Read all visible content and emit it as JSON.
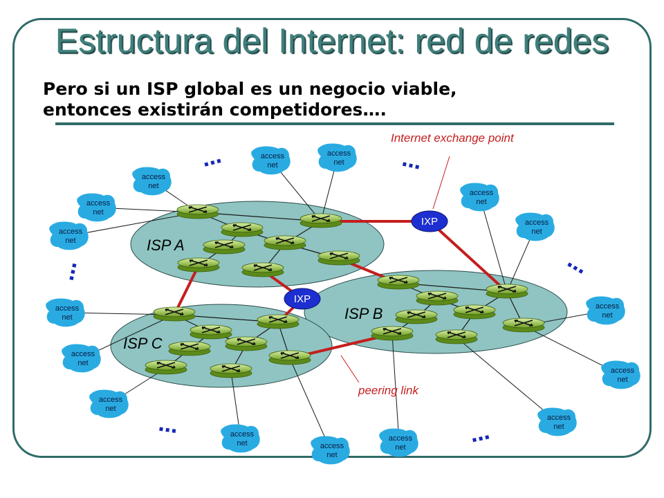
{
  "title": "Estructura del Internet: red de redes",
  "subtitle_line1": "Pero si un ISP global es un negocio viable,",
  "subtitle_line2": "entonces existirán competidores….",
  "labels": {
    "internet_exchange_point": "Internet exchange point",
    "peering_link": "peering link"
  },
  "isps": [
    "ISP A",
    "ISP B",
    "ISP C"
  ],
  "ixp_label": "IXP",
  "access_net": {
    "line1": "access",
    "line2": "net"
  },
  "ellipsis": "…",
  "colors": {
    "frame": "#2f6b68",
    "title": "#3f7f7c",
    "isp_cloud": "#8fc4c2",
    "access_cloud": "#29abe2",
    "link_red": "#c41e1e",
    "ixp": "#1d2fd0",
    "router": "#9ecf45",
    "ellipsis": "#1428b4"
  },
  "icons": {
    "router": "router-icon",
    "access_net": "access-net-cloud-icon",
    "ixp": "ixp-node"
  }
}
